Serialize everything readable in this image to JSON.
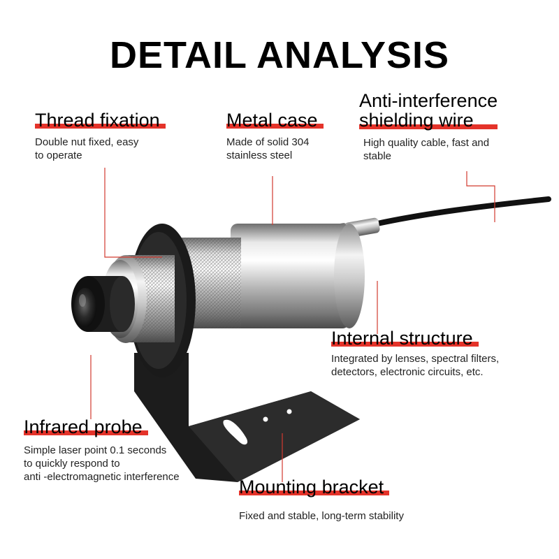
{
  "header": {
    "title": "DETAIL ANALYSIS"
  },
  "colors": {
    "accent": "#e4332a",
    "leader_line": "#d23a2f"
  },
  "features": {
    "thread": {
      "title": "Thread fixation",
      "desc_1": "Double nut fixed, easy",
      "desc_2": "to operate"
    },
    "metal": {
      "title": "Metal case",
      "desc_1": "Made of solid 304",
      "desc_2": "stainless steel"
    },
    "wire": {
      "title_1": "Anti-interference",
      "title_2": "shielding wire",
      "desc_1": "High quality cable, fast and",
      "desc_2": "stable"
    },
    "internal": {
      "title": "Internal structure",
      "desc_1": "Integrated by lenses, spectral filters,",
      "desc_2": "detectors, electronic circuits, etc."
    },
    "probe": {
      "title": "Infrared probe",
      "desc_1": "Simple laser point 0.1 seconds",
      "desc_2": "to quickly respond to",
      "desc_3": "anti -electromagnetic interference"
    },
    "bracket": {
      "title": "Mounting bracket",
      "desc_1": "Fixed and stable, long-term stability"
    }
  }
}
